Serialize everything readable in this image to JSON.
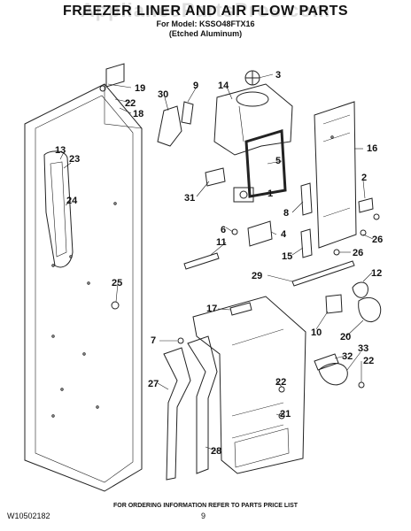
{
  "watermark": "AppliancePartsPros.com",
  "header": {
    "title": "FREEZER LINER AND AIR FLOW PARTS",
    "model_line": "For Model: KSSO48FTX16",
    "finish_line": "(Etched Aluminum)"
  },
  "callouts": [
    "19",
    "22",
    "18",
    "30",
    "9",
    "14",
    "3",
    "13",
    "23",
    "24",
    "16",
    "5",
    "31",
    "1",
    "2",
    "8",
    "6",
    "4",
    "11",
    "15",
    "26",
    "26",
    "29",
    "25",
    "12",
    "17",
    "10",
    "20",
    "7",
    "33",
    "32",
    "22",
    "22",
    "27",
    "21",
    "28"
  ],
  "footer": {
    "note": "FOR ORDERING INFORMATION REFER TO PARTS PRICE LIST",
    "doc_number": "W10502182",
    "page_number": "9"
  }
}
